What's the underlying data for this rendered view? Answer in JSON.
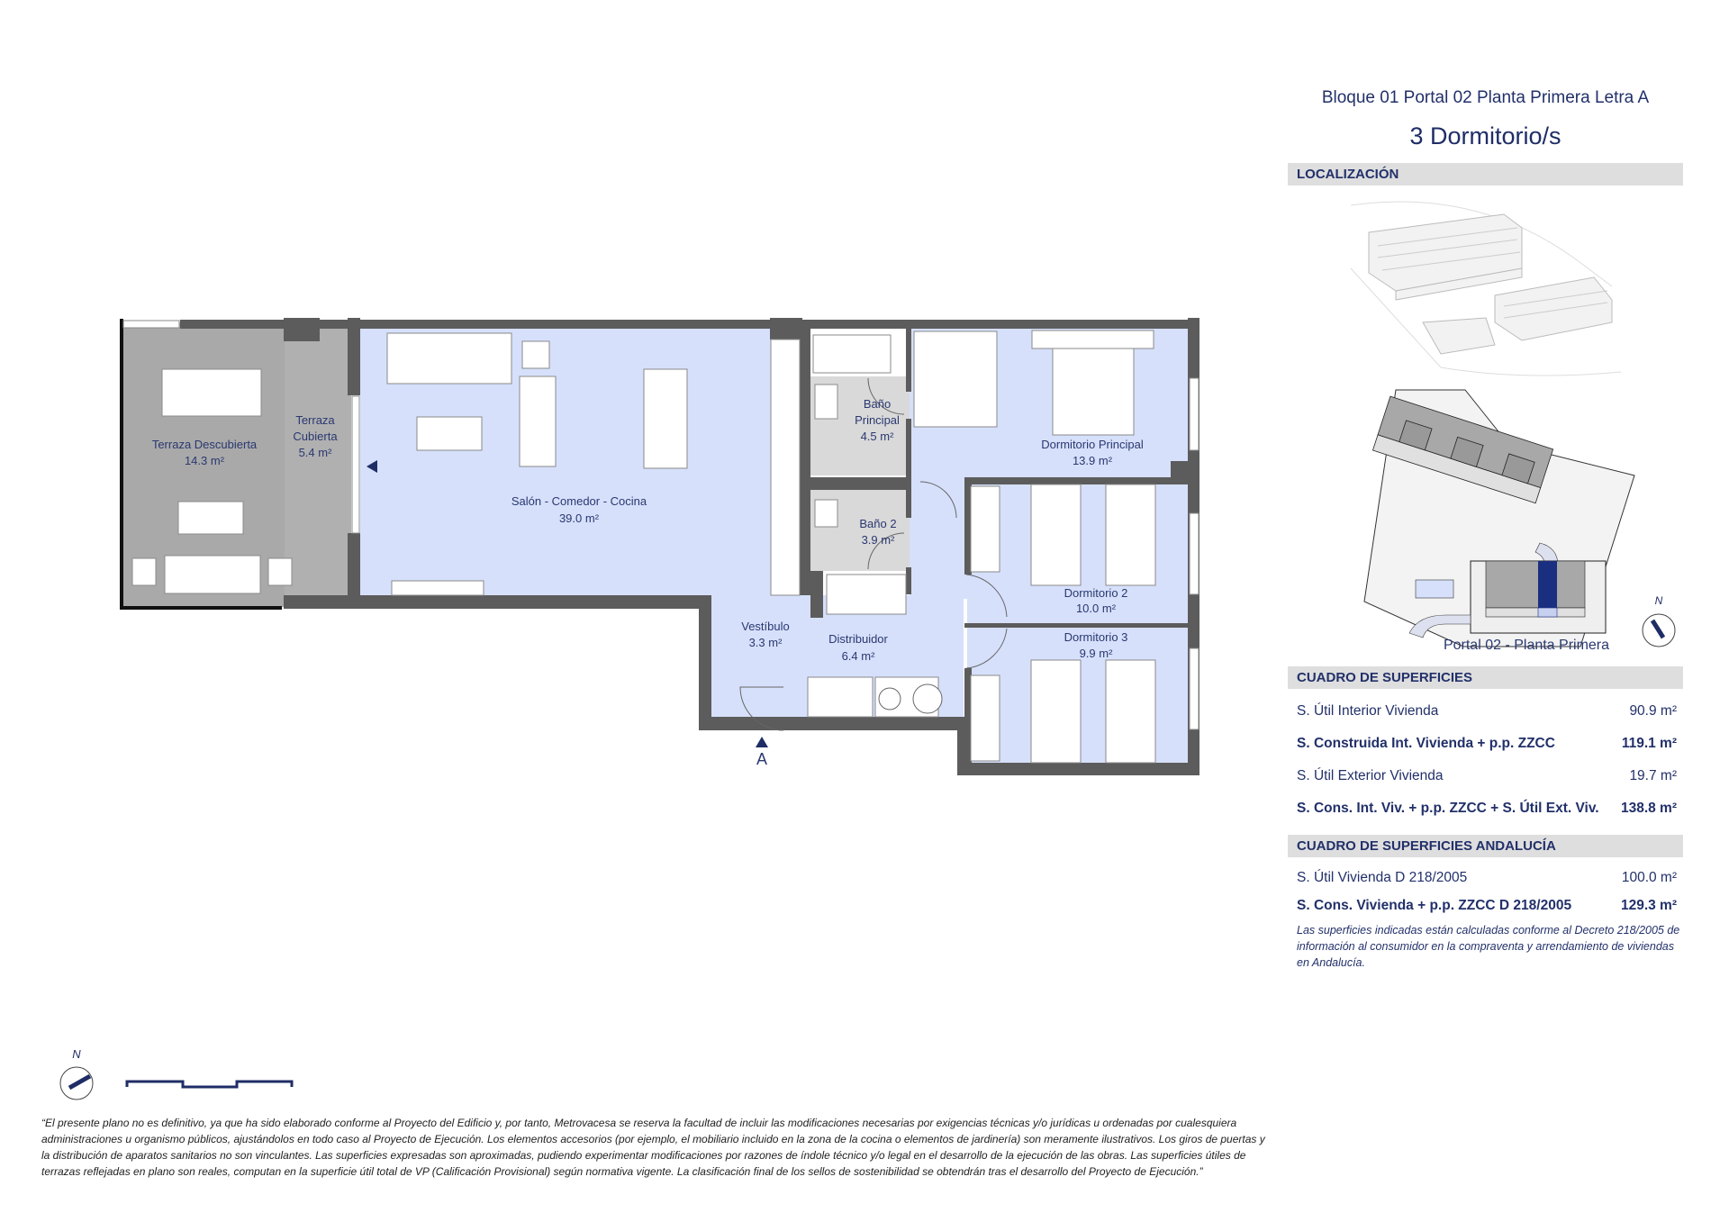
{
  "header": {
    "unit": "Bloque 01 Portal 02 Planta Primera Letra A",
    "bedrooms": "3 Dormitorio/s"
  },
  "localizacion": {
    "title": "LOCALIZACIÓN",
    "site_label": "Portal 02 - Planta Primera",
    "north_label": "N",
    "highlight_color": "#1b2f80"
  },
  "superficies": {
    "title": "CUADRO DE SUPERFICIES",
    "rows": [
      {
        "label": "S. Útil Interior Vivienda",
        "value": "90.9 m²",
        "bold": false
      },
      {
        "label": "S. Construida Int. Vivienda + p.p. ZZCC",
        "value": "119.1 m²",
        "bold": true
      },
      {
        "label": "S. Útil Exterior Vivienda",
        "value": "19.7 m²",
        "bold": false
      },
      {
        "label": "S. Cons. Int. Viv. + p.p. ZZCC + S. Útil Ext. Viv.",
        "value": "138.8 m²",
        "bold": true
      }
    ]
  },
  "andalucia": {
    "title": "CUADRO DE SUPERFICIES ANDALUCÍA",
    "rows": [
      {
        "label": "S. Útil Vivienda D 218/2005",
        "value": "100.0 m²",
        "bold": false
      },
      {
        "label": "S. Cons. Vivienda + p.p. ZZCC D 218/2005",
        "value": "129.3 m²",
        "bold": true
      }
    ],
    "note": "Las superficies indicadas están calculadas conforme al Decreto 218/2005 de información al consumidor en la compraventa y arrendamiento de viviendas en Andalucía."
  },
  "plan": {
    "colors": {
      "interior": "#d6e0fb",
      "terrace": "#a9a9a9",
      "bath": "#d9d9d9",
      "wall": "#5c5c5c"
    },
    "rooms": {
      "terraza_descubierta": {
        "name": "Terraza Descubierta",
        "area": "14.3 m²"
      },
      "terraza_cubierta": {
        "name1": "Terraza",
        "name2": "Cubierta",
        "area": "5.4 m²"
      },
      "salon": {
        "name": "Salón - Comedor - Cocina",
        "area": "39.0 m²"
      },
      "bano_principal": {
        "name1": "Baño",
        "name2": "Principal",
        "area": "4.5 m²"
      },
      "bano_2": {
        "name": "Baño 2",
        "area": "3.9 m²"
      },
      "dormitorio_principal": {
        "name": "Dormitorio Principal",
        "area": "13.9 m²"
      },
      "dormitorio_2": {
        "name": "Dormitorio 2",
        "area": "10.0 m²"
      },
      "dormitorio_3": {
        "name": "Dormitorio 3",
        "area": "9.9 m²"
      },
      "vestibulo": {
        "name": "Vestíbulo",
        "area": "3.3 m²"
      },
      "distribuidor": {
        "name": "Distribuidor",
        "area": "6.4 m²"
      }
    },
    "entrance_label": "A",
    "north_label": "N"
  },
  "disclaimer": "“El presente plano no es definitivo, ya que ha sido elaborado conforme al Proyecto del Edificio y, por tanto, Metrovacesa se reserva la facultad de incluir las modificaciones necesarias por exigencias técnicas y/o jurídicas u ordenadas por cualesquiera administraciones u organismo públicos, ajustándolos en todo caso al Proyecto de Ejecución. Los elementos accesorios (por ejemplo, el mobiliario incluido en la zona de la cocina o elementos de jardinería) son meramente ilustrativos. Los giros de puertas y la distribución de aparatos sanitarios no son vinculantes. Las superficies expresadas son aproximadas, pudiendo experimentar modificaciones por razones de índole técnico y/o legal en el desarrollo de la ejecución de las obras. Las superficies útiles de terrazas reflejadas en plano son reales, computan en la superficie útil total de VP (Calificación Provisional) según normativa vigente. La clasificación final de los sellos de sostenibilidad se obtendrán tras el desarrollo del Proyecto de Ejecución.”"
}
